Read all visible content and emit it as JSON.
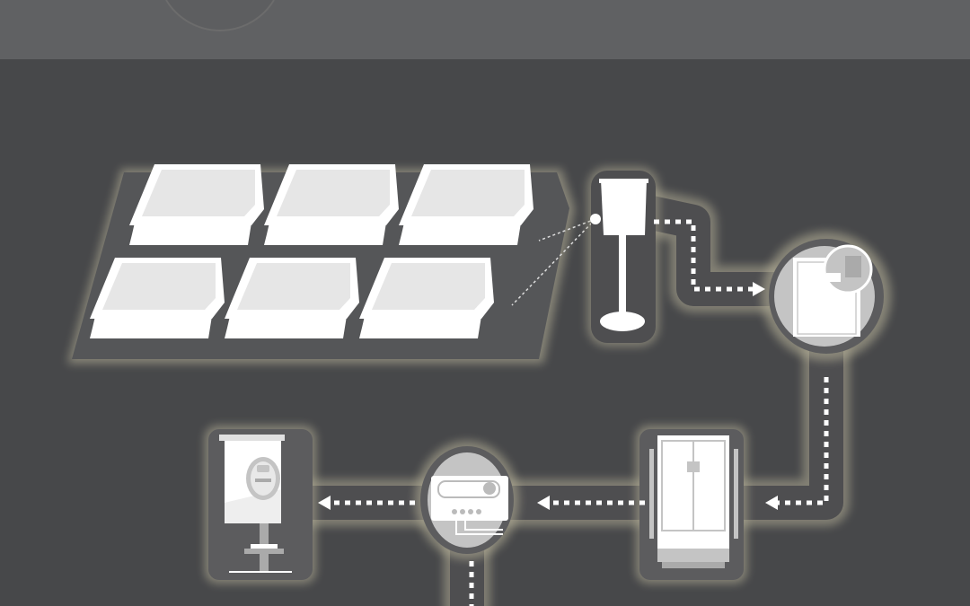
{
  "colors": {
    "background": "#47484a",
    "top_band": "#606163",
    "glow": "#b3ae96",
    "device_white": "#ffffff",
    "device_gray": "#c4c4c4",
    "backdrop": "#555658"
  },
  "components": [
    {
      "id": "solar-array",
      "icon": "solar-panel-icon"
    },
    {
      "id": "combiner-box",
      "icon": "combiner-box-icon"
    },
    {
      "id": "inverter",
      "icon": "inverter-icon"
    },
    {
      "id": "battery-cabinet",
      "icon": "battery-cabinet-icon"
    },
    {
      "id": "charge-controller",
      "icon": "charge-controller-icon"
    },
    {
      "id": "utility-meter",
      "icon": "electric-meter-icon"
    }
  ]
}
